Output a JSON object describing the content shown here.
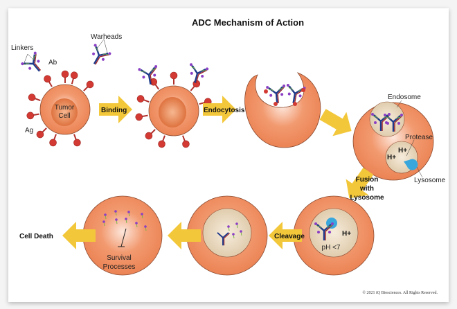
{
  "title": "ADC Mechanism of Action",
  "labels": {
    "linkers": "Linkers",
    "ab": "Ab",
    "warheads": "Warheads",
    "ag": "Ag",
    "tumor": "Tumor",
    "cell": "Cell",
    "endosome": "Endosome",
    "protease": "Protease",
    "lysosome": "Lysosome",
    "h_plus": "H+",
    "ph": "pH <7",
    "survival": "Survival",
    "processes": "Processes"
  },
  "steps": {
    "binding": "Binding",
    "endocytosis": "Endocytosis",
    "fusion_1": "Fusion",
    "fusion_2": "with",
    "fusion_3": "Lysosome",
    "cleavage": "Cleavage",
    "cell_death": "Cell Death"
  },
  "copyright": "© 2021 iQ Biosciences. All Rights Reserved.",
  "colors": {
    "cell": "#ef8a5c",
    "nucleus": "#d9652f",
    "arrow": "#f3c73a",
    "antigen": "#d33a33",
    "vesicle": "#e8d6bc",
    "protease": "#3aa7dc"
  }
}
